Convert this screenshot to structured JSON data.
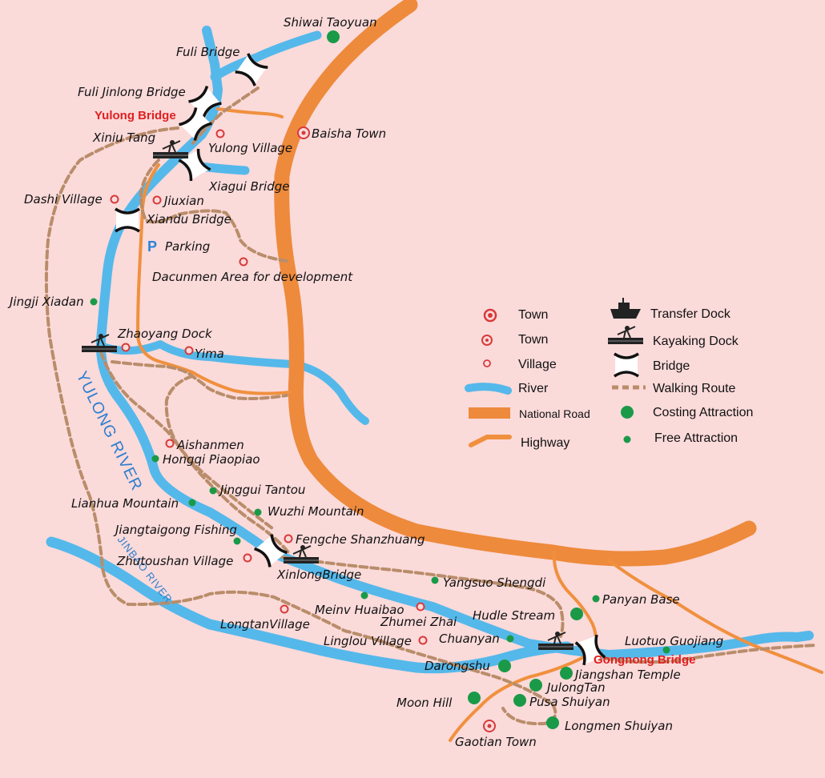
{
  "map": {
    "labels": {
      "shiwai_taoyuan": "Shiwai Taoyuan",
      "fuli_bridge": "Fuli Bridge",
      "fuli_jinlong_bridge": "Fuli Jinlong Bridge",
      "yulong_bridge": "Yulong Bridge",
      "xiniu_tang": "Xiniu Tang",
      "yulong_village": "Yulong Village",
      "baisha_town": "Baisha Town",
      "xiagui_bridge": "Xiagui Bridge",
      "dashi_village": "Dashi Village",
      "jiuxian": "Jiuxian",
      "xiandu_bridge": "Xiandu Bridge",
      "parking": "Parking",
      "dacunmen": "Dacunmen Area for development",
      "jingji_xiadan": "Jingji Xiadan",
      "zhaoyang_dock": "Zhaoyang Dock",
      "yima": "Yima",
      "aishanmen": "Aishanmen",
      "hongqi_piaopiao": "Hongqi Piaopiao",
      "jinggui_tantou": "Jinggui Tantou",
      "lianhua_mountain": "Lianhua Mountain",
      "wuzhi_mountain": "Wuzhi Mountain",
      "jiangtaigong_fishing": "Jiangtaigong Fishing",
      "fengche_shanzhuang": "Fengche Shanzhuang",
      "zhutoushan_village": "Zhutoushan Village",
      "xinlong_bridge": "XinlongBridge",
      "yangsuo_shengdi": "Yangsuo Shengdi",
      "panyan_base": "Panyan Base",
      "meinv_huaibao": "Meinv Huaibao",
      "longtan_village": "LongtanVillage",
      "zhumei_zhai": "Zhumei Zhai",
      "hudle_stream": "Hudle Stream",
      "linglou_village": "Linglou Village",
      "chuanyan": "Chuanyan",
      "luotuo_guojiang": "Luotuo Guojiang",
      "gongnong_bridge": "Gongnong Bridge",
      "darongshu": "Darongshu",
      "jiangshan_temple": "Jiangshan Temple",
      "julongtan": "JulongTan",
      "moon_hill": "Moon Hill",
      "pusa_shuiyan": "Pusa Shuiyan",
      "longmen_shuiyan": "Longmen Shuiyan",
      "gaotian_town": "Gaotian Town",
      "yulong_river": "YULONG RIVER",
      "jinbao_river": "JINBAO RIVER",
      "parking_symbol": "P"
    },
    "colors": {
      "background": "#fbdada",
      "river": "#55b8ea",
      "national_road": "#ee8a3c",
      "highway": "#f0903e",
      "walking_route": "#b98d6a",
      "town_marker": "#d83a3a",
      "attraction": "#1a9a48",
      "highlight_text": "#e02020"
    }
  },
  "legend": {
    "town_major": "Town",
    "town": "Town",
    "village": "Village",
    "river": "River",
    "national_road": "National Road",
    "highway": "Highway",
    "transfer_dock": "Transfer Dock",
    "kayaking_dock": "Kayaking Dock",
    "bridge": "Bridge",
    "walking_route": "Walking Route",
    "costing_attraction": "Costing Attraction",
    "free_attraction": "Free Attraction"
  }
}
